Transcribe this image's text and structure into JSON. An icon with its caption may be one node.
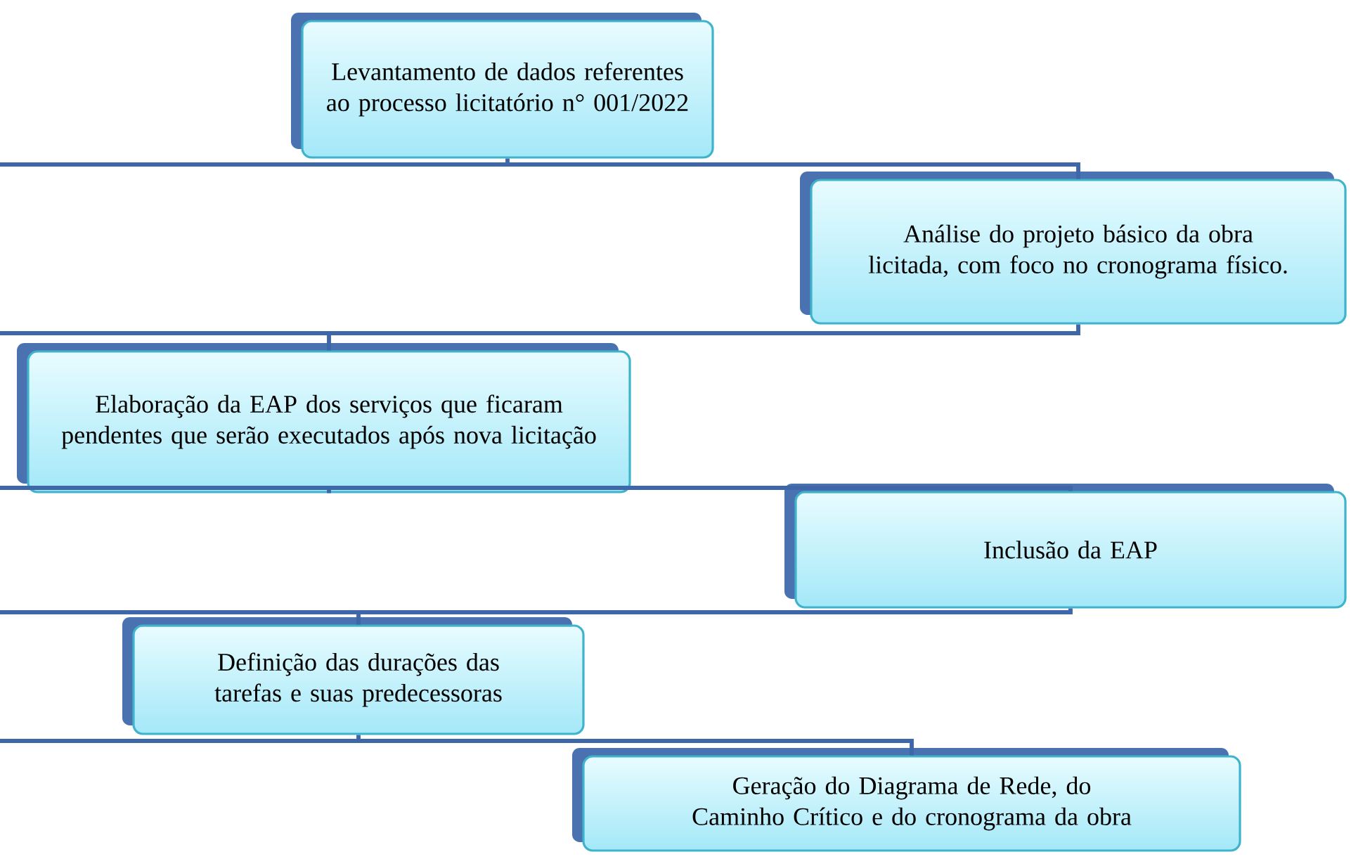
{
  "diagram": {
    "nodes": [
      {
        "text": [
          "Levantamento de dados referentes ao processo licitatório n°  001/2022"
        ]
      },
      {
        "text": [
          "Análise do projeto básico da obra licitada, com foco no cronograma físico."
        ]
      },
      {
        "text": [
          "Elaboração da EAP dos serviços que ficaram pendentes que serão executados após nova licitação"
        ]
      },
      {
        "text": [
          "Inclusão da EAP"
        ]
      },
      {
        "text": [
          "Definição das durações das tarefas e suas predecessoras"
        ]
      },
      {
        "text": [
          "Geração do Diagrama de Rede, do Caminho Crítico e do cronograma da obra"
        ]
      }
    ],
    "edges": [
      {
        "from": 0,
        "to": 1,
        "arrow": "none"
      },
      {
        "from": 1,
        "to": 2,
        "arrow": "none"
      },
      {
        "from": 2,
        "to": 3,
        "arrow": "none"
      },
      {
        "from": 3,
        "to": 4,
        "arrow": "none"
      },
      {
        "from": 4,
        "to": 5,
        "arrow": "none"
      }
    ]
  }
}
